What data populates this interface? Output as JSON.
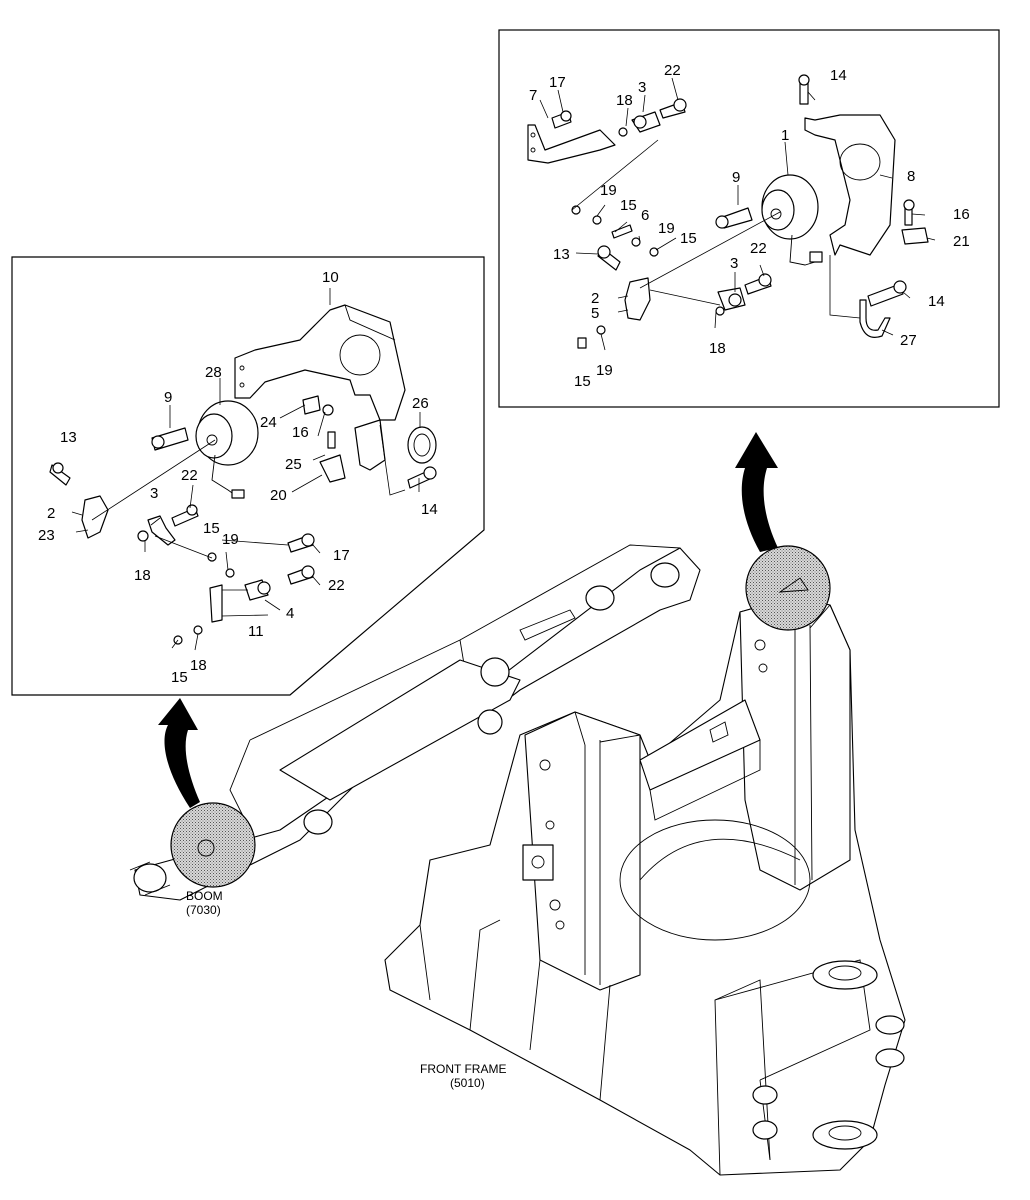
{
  "diagram": {
    "captions": {
      "boom_name": "BOOM",
      "boom_code": "(7030)",
      "frame_name": "FRONT FRAME",
      "frame_code": "(5010)"
    },
    "left_detail_callouts": [
      {
        "id": "l10",
        "text": "10"
      },
      {
        "id": "l28",
        "text": "28"
      },
      {
        "id": "l9",
        "text": "9"
      },
      {
        "id": "l24",
        "text": "24"
      },
      {
        "id": "l16",
        "text": "16"
      },
      {
        "id": "l26",
        "text": "26"
      },
      {
        "id": "l13",
        "text": "13"
      },
      {
        "id": "l25",
        "text": "25"
      },
      {
        "id": "l20",
        "text": "20"
      },
      {
        "id": "l22a",
        "text": "22"
      },
      {
        "id": "l3",
        "text": "3"
      },
      {
        "id": "l2",
        "text": "2"
      },
      {
        "id": "l23",
        "text": "23"
      },
      {
        "id": "l14",
        "text": "14"
      },
      {
        "id": "l15a",
        "text": "15"
      },
      {
        "id": "l19",
        "text": "19"
      },
      {
        "id": "l18a",
        "text": "18"
      },
      {
        "id": "l17",
        "text": "17"
      },
      {
        "id": "l22b",
        "text": "22"
      },
      {
        "id": "l4",
        "text": "4"
      },
      {
        "id": "l11",
        "text": "11"
      },
      {
        "id": "l15b",
        "text": "15"
      },
      {
        "id": "l18b",
        "text": "18"
      }
    ],
    "right_detail_callouts": [
      {
        "id": "r17",
        "text": "17"
      },
      {
        "id": "r22a",
        "text": "22"
      },
      {
        "id": "r7",
        "text": "7"
      },
      {
        "id": "r18a",
        "text": "18"
      },
      {
        "id": "r3a",
        "text": "3"
      },
      {
        "id": "r14a",
        "text": "14"
      },
      {
        "id": "r1",
        "text": "1"
      },
      {
        "id": "r8",
        "text": "8"
      },
      {
        "id": "r9",
        "text": "9"
      },
      {
        "id": "r19a",
        "text": "19"
      },
      {
        "id": "r15a",
        "text": "15"
      },
      {
        "id": "r6",
        "text": "6"
      },
      {
        "id": "r19b",
        "text": "19"
      },
      {
        "id": "r16",
        "text": "16"
      },
      {
        "id": "r15b",
        "text": "15"
      },
      {
        "id": "r21",
        "text": "21"
      },
      {
        "id": "r13",
        "text": "13"
      },
      {
        "id": "r22b",
        "text": "22"
      },
      {
        "id": "r3b",
        "text": "3"
      },
      {
        "id": "r2",
        "text": "2"
      },
      {
        "id": "r5",
        "text": "5"
      },
      {
        "id": "r14b",
        "text": "14"
      },
      {
        "id": "r27",
        "text": "27"
      },
      {
        "id": "r18b",
        "text": "18"
      },
      {
        "id": "r15c",
        "text": "15"
      },
      {
        "id": "r19c",
        "text": "19"
      }
    ]
  }
}
